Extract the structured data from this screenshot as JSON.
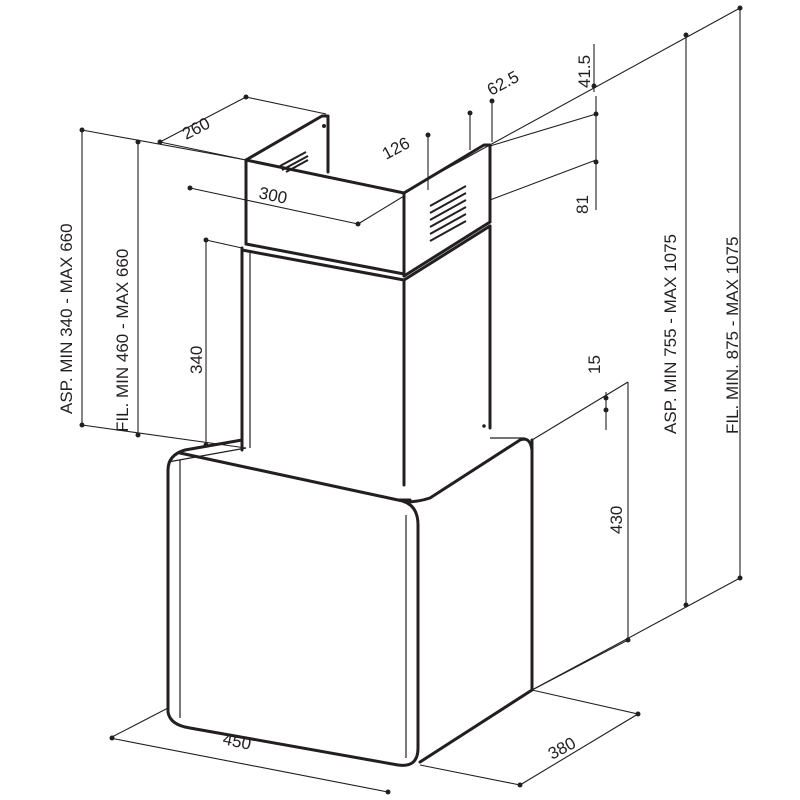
{
  "dimensions": {
    "chimney_width": "260",
    "chimney_depth": "300",
    "top_126": "126",
    "top_62_5": "62.5",
    "top_41_5": "41.5",
    "height_81": "81",
    "chimney_340": "340",
    "gap_15": "15",
    "hood_height": "430",
    "hood_width": "450",
    "hood_depth": "380",
    "asp_left": "ASP. MIN 340 - MAX 660",
    "fil_left": "FIL. MIN 460 - MAX 660",
    "asp_right": "ASP. MIN 755 - MAX 1075",
    "fil_right": "FIL. MIN. 875 - MAX  1075"
  },
  "colors": {
    "line": "#231f20",
    "background": "#ffffff"
  }
}
